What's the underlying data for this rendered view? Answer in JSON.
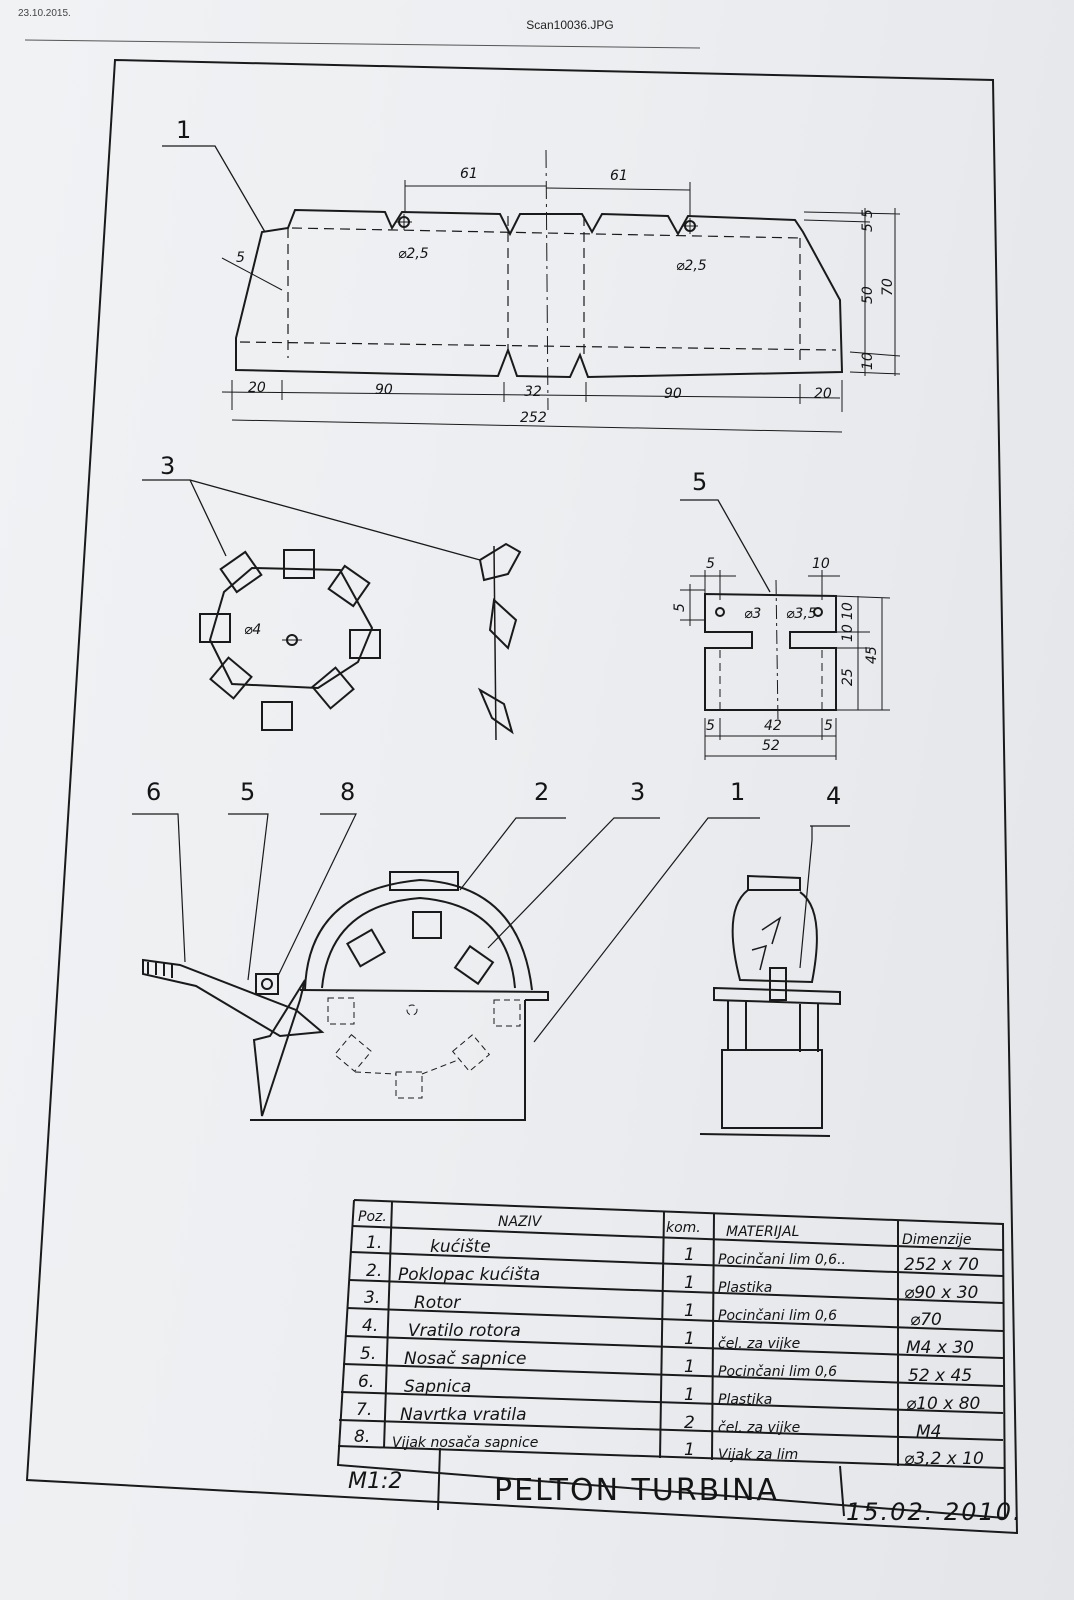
{
  "scan": {
    "date": "23.10.2015.",
    "filename": "Scan10036.JPG"
  },
  "callouts": {
    "housing_flat": "1",
    "rotor": "3",
    "nozzle_holder": "5",
    "assembly": [
      "6",
      "5",
      "8",
      "2",
      "3",
      "1",
      "4"
    ]
  },
  "dimensions": {
    "housing": {
      "top_left": "61",
      "top_right": "61",
      "hole_left": "⌀2,5",
      "hole_right": "⌀2,5",
      "bevel": "5",
      "bottom": [
        "20",
        "90",
        "32",
        "90",
        "20"
      ],
      "overall": "252",
      "right": [
        "5",
        "5",
        "50",
        "10"
      ],
      "height": "70"
    },
    "rotor": {
      "hole": "⌀4"
    },
    "holder": {
      "top_left": "5",
      "top_right": "10",
      "hole_left": "⌀3",
      "hole_right": "⌀3,5",
      "left": "5",
      "right": [
        "10",
        "10",
        "25"
      ],
      "height": "45",
      "bottom": [
        "5",
        "42",
        "5"
      ],
      "overall": "52"
    }
  },
  "parts_table": {
    "headers": [
      "Poz.",
      "NAZIV",
      "kom.",
      "MATERIJAL",
      "Dimenzije"
    ],
    "rows": [
      [
        "1.",
        "kućište",
        "1",
        "Pocinčani lim 0,6..",
        "252 x 70"
      ],
      [
        "2.",
        "Poklopac kućišta",
        "1",
        "Plastika",
        "⌀90 x 30"
      ],
      [
        "3.",
        "Rotor",
        "1",
        "Pocinčani lim 0,6",
        "⌀70"
      ],
      [
        "4.",
        "Vratilo rotora",
        "1",
        "čel. za vijke",
        "M4 x 30"
      ],
      [
        "5.",
        "Nosač sapnice",
        "1",
        "Pocinčani lim 0,6",
        "52 x 45"
      ],
      [
        "6.",
        "Sapnica",
        "1",
        "Plastika",
        "⌀10 x 80"
      ],
      [
        "7.",
        "Navrtka vratila",
        "2",
        "čel. za vijke",
        "M4"
      ],
      [
        "8.",
        "Vijak nosača sapnice",
        "1",
        "Vijak za lim",
        "⌀3,2 x 10"
      ]
    ]
  },
  "title_block": {
    "scale": "M1:2",
    "title": "PELTON TURBINA",
    "date": "15.02. 2010."
  }
}
